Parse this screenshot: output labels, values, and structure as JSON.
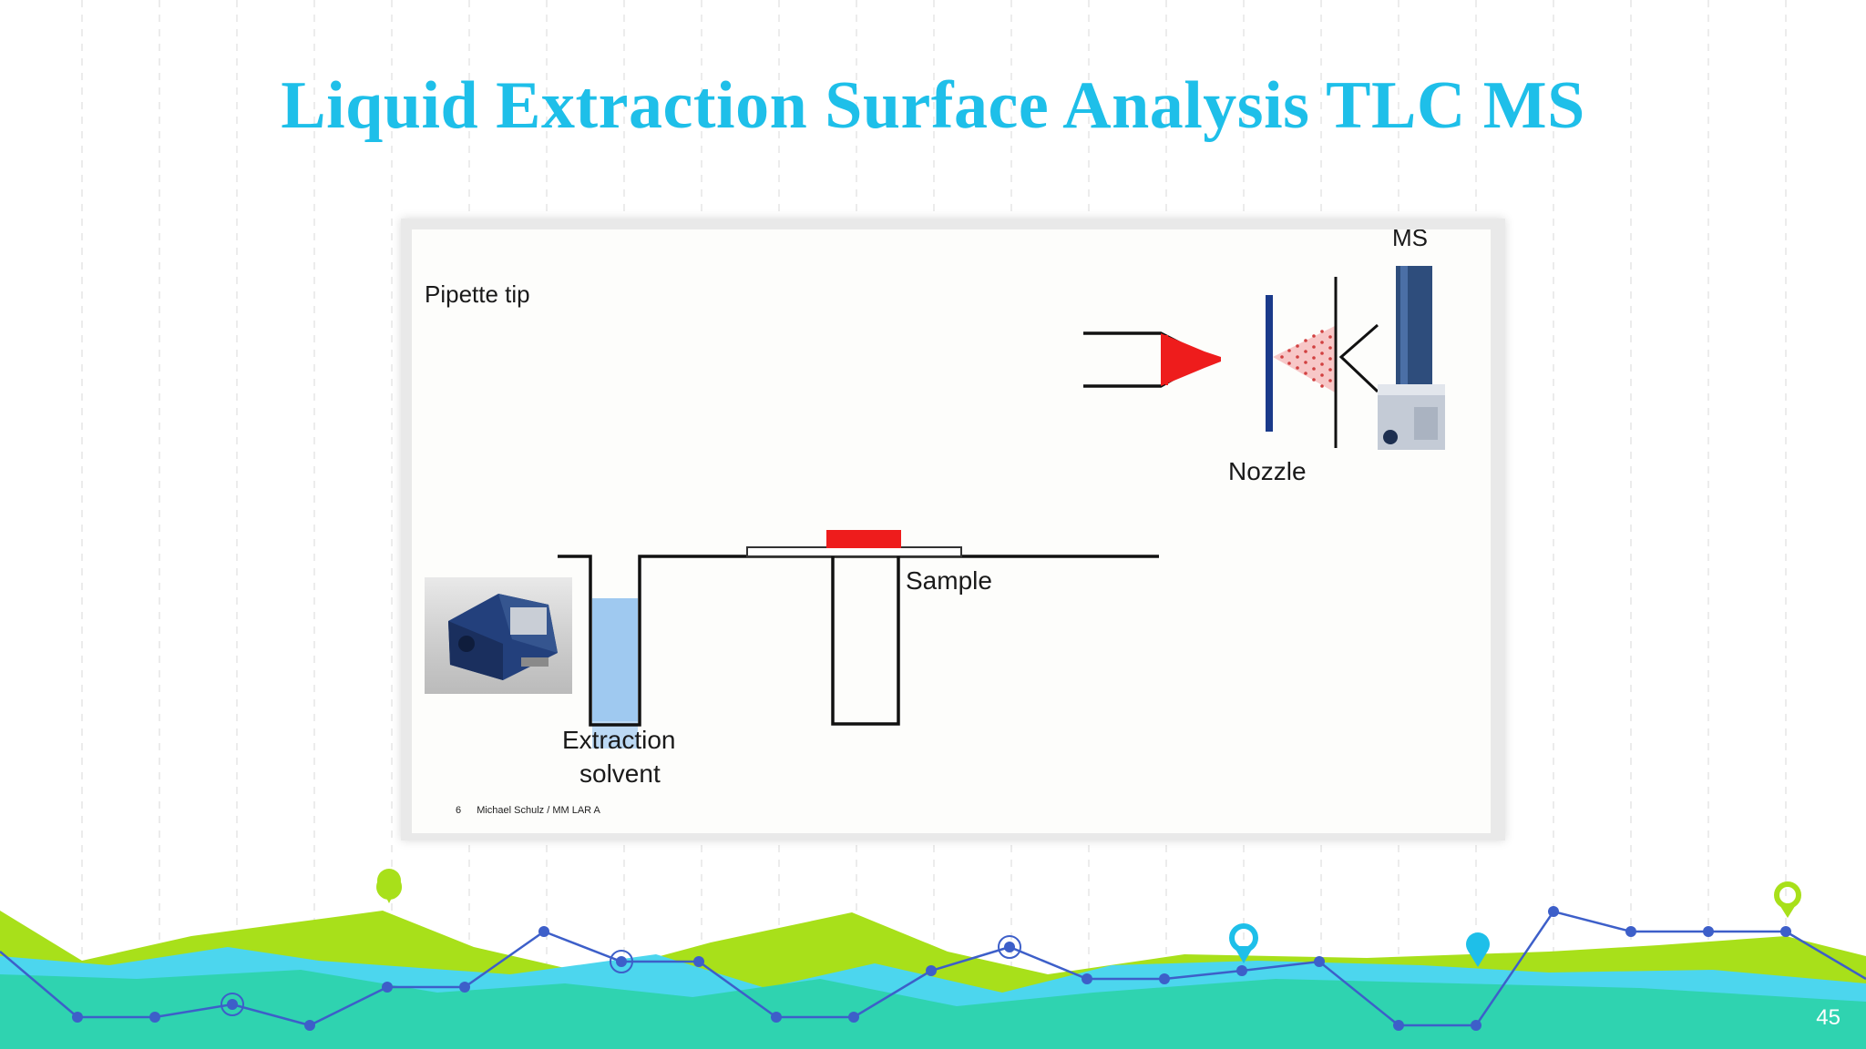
{
  "slide": {
    "title": "Liquid Extraction Surface Analysis TLC MS",
    "page_number": "45"
  },
  "figure": {
    "labels": {
      "pipette_tip": "Pipette tip",
      "ms": "MS",
      "nozzle": "Nozzle",
      "sample": "Sample",
      "extraction_line1": "Extraction",
      "extraction_line2": "solvent"
    },
    "footer": {
      "page": "6",
      "author": "Michael Schulz / MM LAR A"
    }
  },
  "colors": {
    "title": "#1ebfe9",
    "solvent_fill": "#9fc9f0",
    "sample_red": "#ee1c1c",
    "nozzle_blue": "#1a3a8a",
    "wave_green": "#a8e01a",
    "wave_teal": "#2fd3b0",
    "wave_cyan": "#4cd6ee",
    "line_blue": "#3d5fc9"
  }
}
